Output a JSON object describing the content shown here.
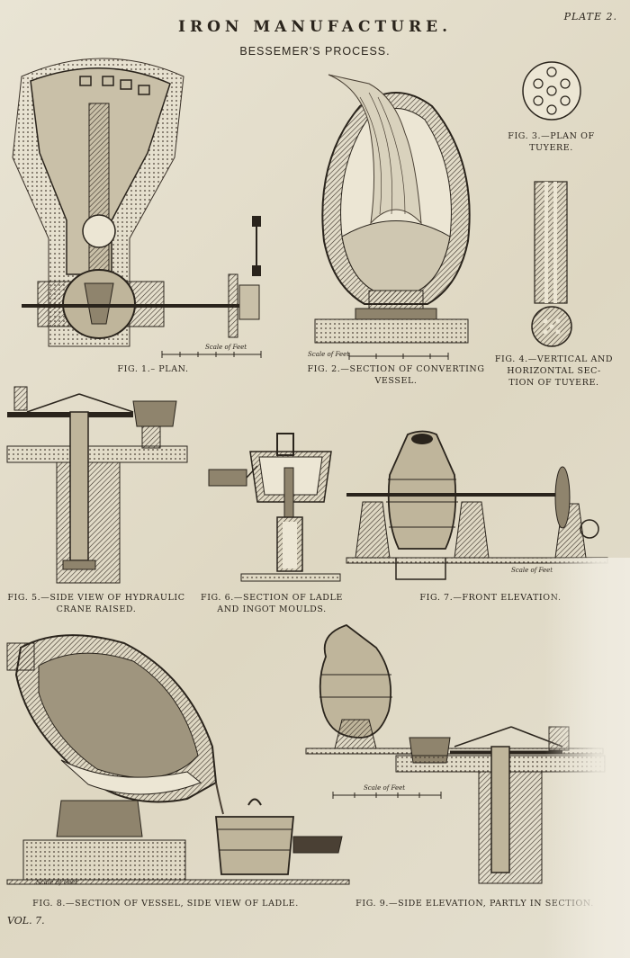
{
  "header": {
    "title": "IRON MANUFACTURE.",
    "subtitle": "BESSEMER'S PROCESS.",
    "plate": "PLATE 2."
  },
  "footer": {
    "volume": "VOL. 7."
  },
  "figures": [
    {
      "id": "fig1",
      "caption": [
        "FIG. 1.– PLAN."
      ],
      "scale": "Scale of Feet"
    },
    {
      "id": "fig2",
      "caption": [
        "FIG. 2.—SECTION OF CONVERTING",
        "VESSEL."
      ],
      "scale": "Scale of Feet"
    },
    {
      "id": "fig3",
      "caption": [
        "FIG. 3.—PLAN OF",
        "TUYERE."
      ]
    },
    {
      "id": "fig4",
      "caption": [
        "FIG. 4.—VERTICAL AND",
        "HORIZONTAL SEC-",
        "TION OF TUYERE."
      ]
    },
    {
      "id": "fig5",
      "caption": [
        "FIG. 5.—SIDE VIEW OF HYDRAULIC",
        "CRANE RAISED."
      ]
    },
    {
      "id": "fig6",
      "caption": [
        "FIG. 6.—SECTION OF LADLE",
        "AND INGOT MOULDS."
      ]
    },
    {
      "id": "fig7",
      "caption": [
        "FIG. 7.—FRONT ELEVATION."
      ],
      "scale": "Scale of Feet"
    },
    {
      "id": "fig8",
      "caption": [
        "FIG. 8.—SECTION OF VESSEL, SIDE VIEW OF LADLE."
      ],
      "scale": "Scale of Feet"
    },
    {
      "id": "fig9",
      "caption": [
        "FIG. 9.—SIDE ELEVATION, PARTLY IN SECTION."
      ],
      "scale": "Scale of Feet"
    }
  ]
}
